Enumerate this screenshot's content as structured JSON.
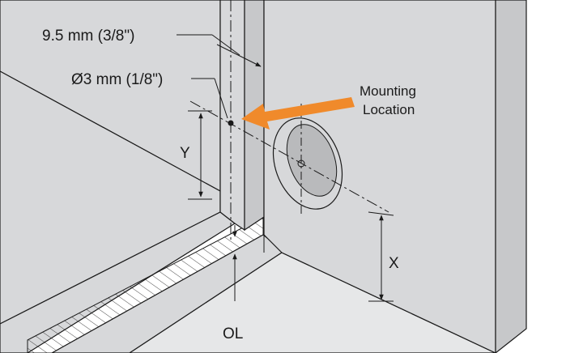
{
  "labels": {
    "edge_distance": "9.5 mm (3/8\")",
    "hole_diameter": "Ø3 mm (1/8\")",
    "mounting_location_line1": "Mounting",
    "mounting_location_line2": "Location",
    "y_dimension": "Y",
    "x_dimension": "X",
    "overlay": "OL"
  },
  "colors": {
    "panel_fill": "#d7d8da",
    "floor_fill": "#e6e7e8",
    "frame_face": "#c7c8ca",
    "line": "#1a1a1a",
    "arrow": "#f08a2b",
    "recess_fill": "#b9babc"
  }
}
